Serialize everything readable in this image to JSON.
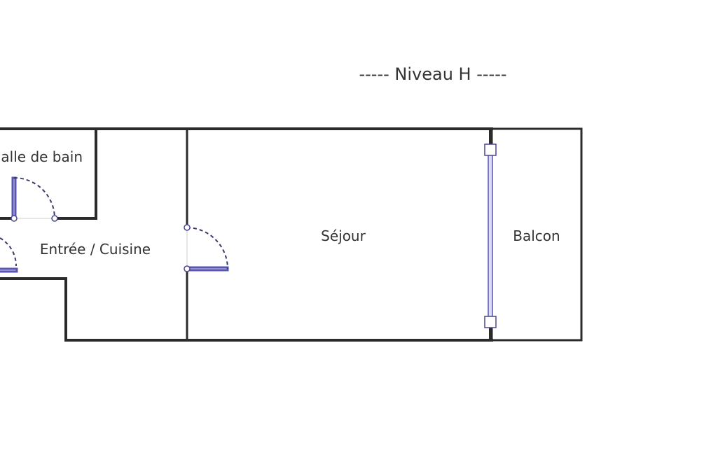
{
  "title": "-----  Niveau H  -----",
  "rooms": {
    "bathroom": "alle de bain",
    "entry_kitchen": "Entrée / Cuisine",
    "living": "Séjour",
    "balcony": "Balcon"
  },
  "colors": {
    "wall": "#2b2b2b",
    "opening": "#5a55b0"
  }
}
